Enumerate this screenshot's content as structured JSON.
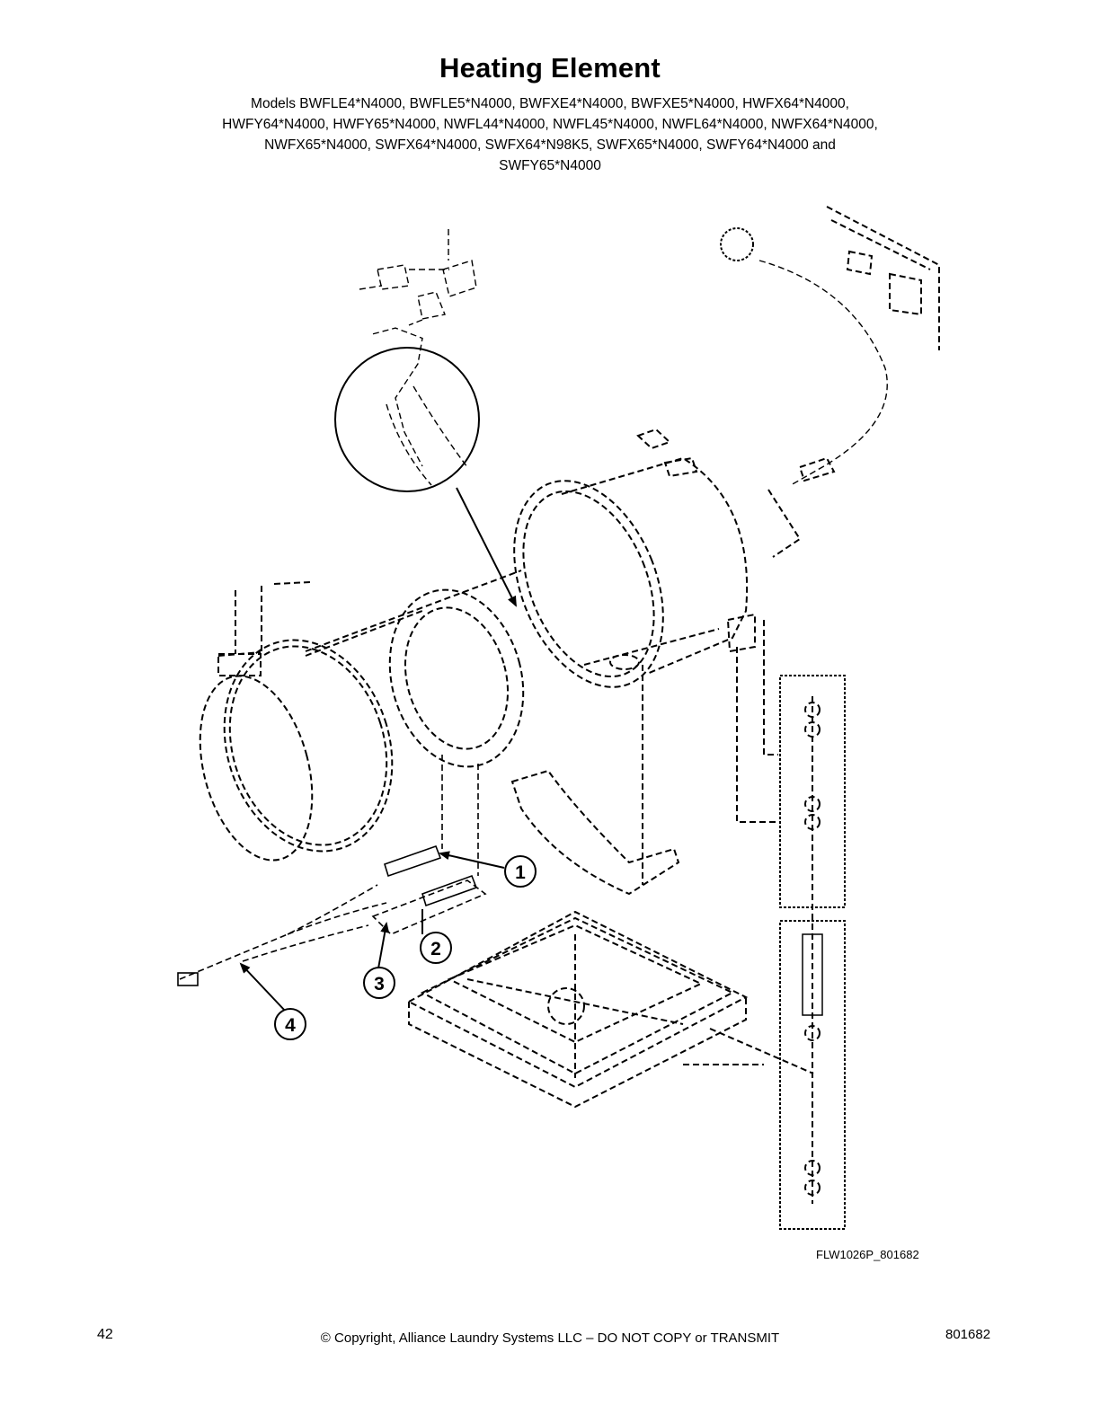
{
  "page": {
    "title": "Heating Element",
    "models_lines": [
      "Models BWFLE4*N4000, BWFLE5*N4000, BWFXE4*N4000, BWFXE5*N4000, HWFX64*N4000,",
      "HWFY64*N4000, HWFY65*N4000, NWFL44*N4000, NWFL45*N4000, NWFL64*N4000, NWFX64*N4000,",
      "NWFX65*N4000, SWFX64*N4000, SWFX64*N98K5, SWFX65*N4000, SWFY64*N4000 and",
      "SWFY65*N4000"
    ]
  },
  "diagram": {
    "figure_id": "FLW1026P_801682",
    "callouts": [
      {
        "number": "1"
      },
      {
        "number": "2"
      },
      {
        "number": "3"
      },
      {
        "number": "4"
      }
    ]
  },
  "footer": {
    "page_number": "42",
    "copyright": "© Copyright, Alliance Laundry Systems LLC – DO NOT COPY or TRANSMIT",
    "doc_number": "801682"
  }
}
